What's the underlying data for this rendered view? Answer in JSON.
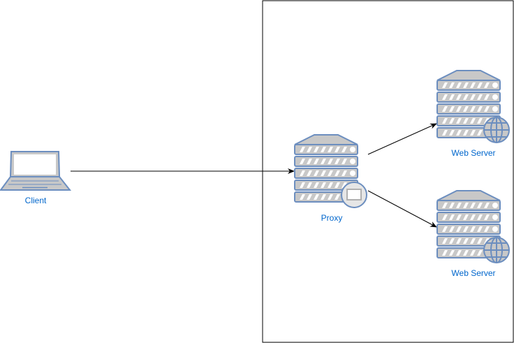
{
  "nodes": {
    "client": {
      "label": "Client",
      "icon": "laptop-icon"
    },
    "proxy": {
      "label": "Proxy",
      "icon": "proxy-server-icon"
    },
    "web1": {
      "label": "Web Server",
      "icon": "web-server-icon"
    },
    "web2": {
      "label": "Web Server",
      "icon": "web-server-icon"
    }
  },
  "edges": [
    {
      "from": "client",
      "to": "proxy"
    },
    {
      "from": "proxy",
      "to": "web1"
    },
    {
      "from": "proxy",
      "to": "web2"
    }
  ],
  "colors": {
    "icon_stroke": "#6c8ebf",
    "icon_fill": "#c8c8c8",
    "label": "#0066cc",
    "line": "#000000"
  }
}
